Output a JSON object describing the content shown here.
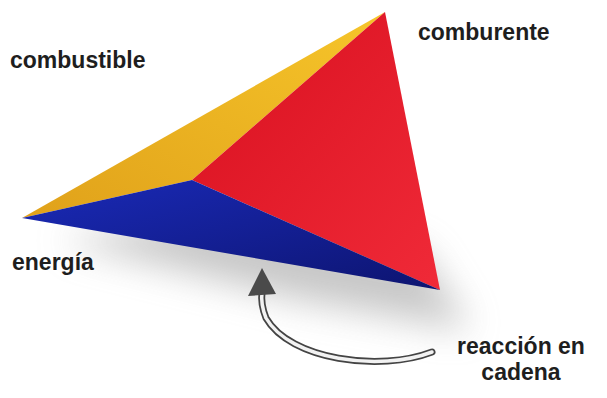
{
  "diagram": {
    "labels": [
      "combustible",
      "comburente",
      "energía",
      "reacción en cadena"
    ]
  }
}
